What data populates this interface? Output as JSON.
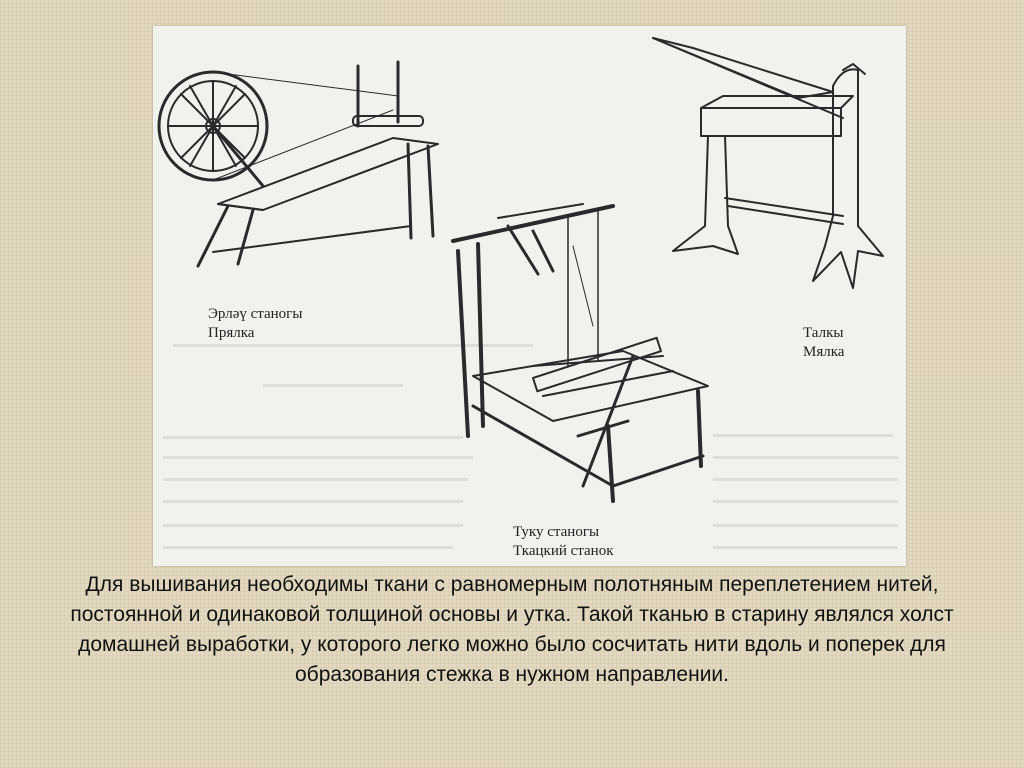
{
  "figure": {
    "spinning_wheel": {
      "caption_tatar": "Эрләү станогы",
      "caption_russian": "Прялка"
    },
    "flax_brake": {
      "caption_tatar": "Талкы",
      "caption_russian": "Мялка"
    },
    "loom": {
      "caption_tatar": "Туку станогы",
      "caption_russian": "Ткацкий станок"
    }
  },
  "body": {
    "paragraph": "Для вышивания  необходимы ткани с равномерным полотняным переплетением нитей, постоянной и одинаковой толщиной основы и утка. Такой тканью в старину являлся холст домашней выработки, у которого легко можно было сосчитать нити вдоль и поперек для образования стежка в нужном направлении."
  },
  "colors": {
    "background": "#e3d9c1",
    "figure_background": "#f1f1ee",
    "line": "#2a2a2a",
    "text": "#111111"
  }
}
